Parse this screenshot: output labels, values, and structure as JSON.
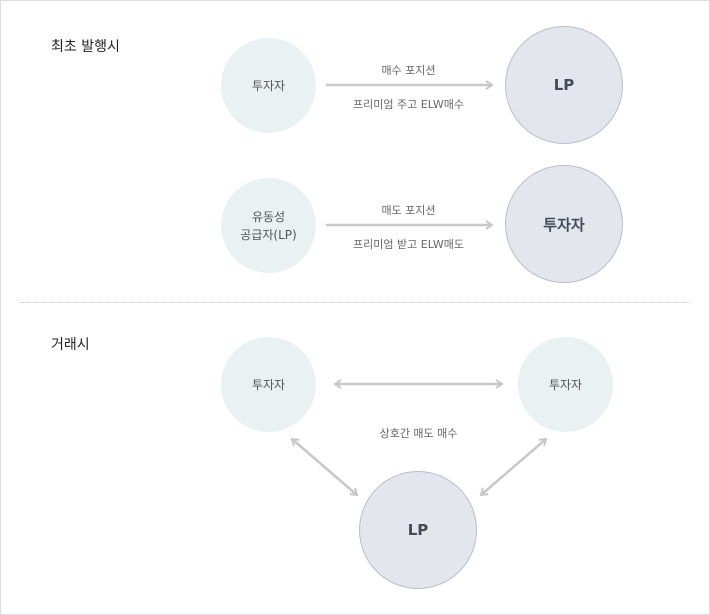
{
  "sections": {
    "initial": {
      "title": "최초 발행시"
    },
    "trading": {
      "title": "거래시"
    }
  },
  "row1": {
    "left_node": "투자자",
    "right_node": "LP",
    "label_top": "매수 포지션",
    "label_bottom": "프리미엄 주고 ELW매수"
  },
  "row2": {
    "left_node_line1": "유동성",
    "left_node_line2": "공급자(LP)",
    "right_node": "투자자",
    "label_top": "매도 포지션",
    "label_bottom": "프리미엄 받고 ELW매도"
  },
  "row3": {
    "left_node": "투자자",
    "right_node": "투자자",
    "bottom_node": "LP",
    "center_label": "상호간 매도 매수"
  },
  "colors": {
    "small_circle": "#eaf1f2",
    "large_circle": "#e3e6ec",
    "large_circle_border": "#b9bfcb",
    "arrow": "#c8c8c8"
  }
}
